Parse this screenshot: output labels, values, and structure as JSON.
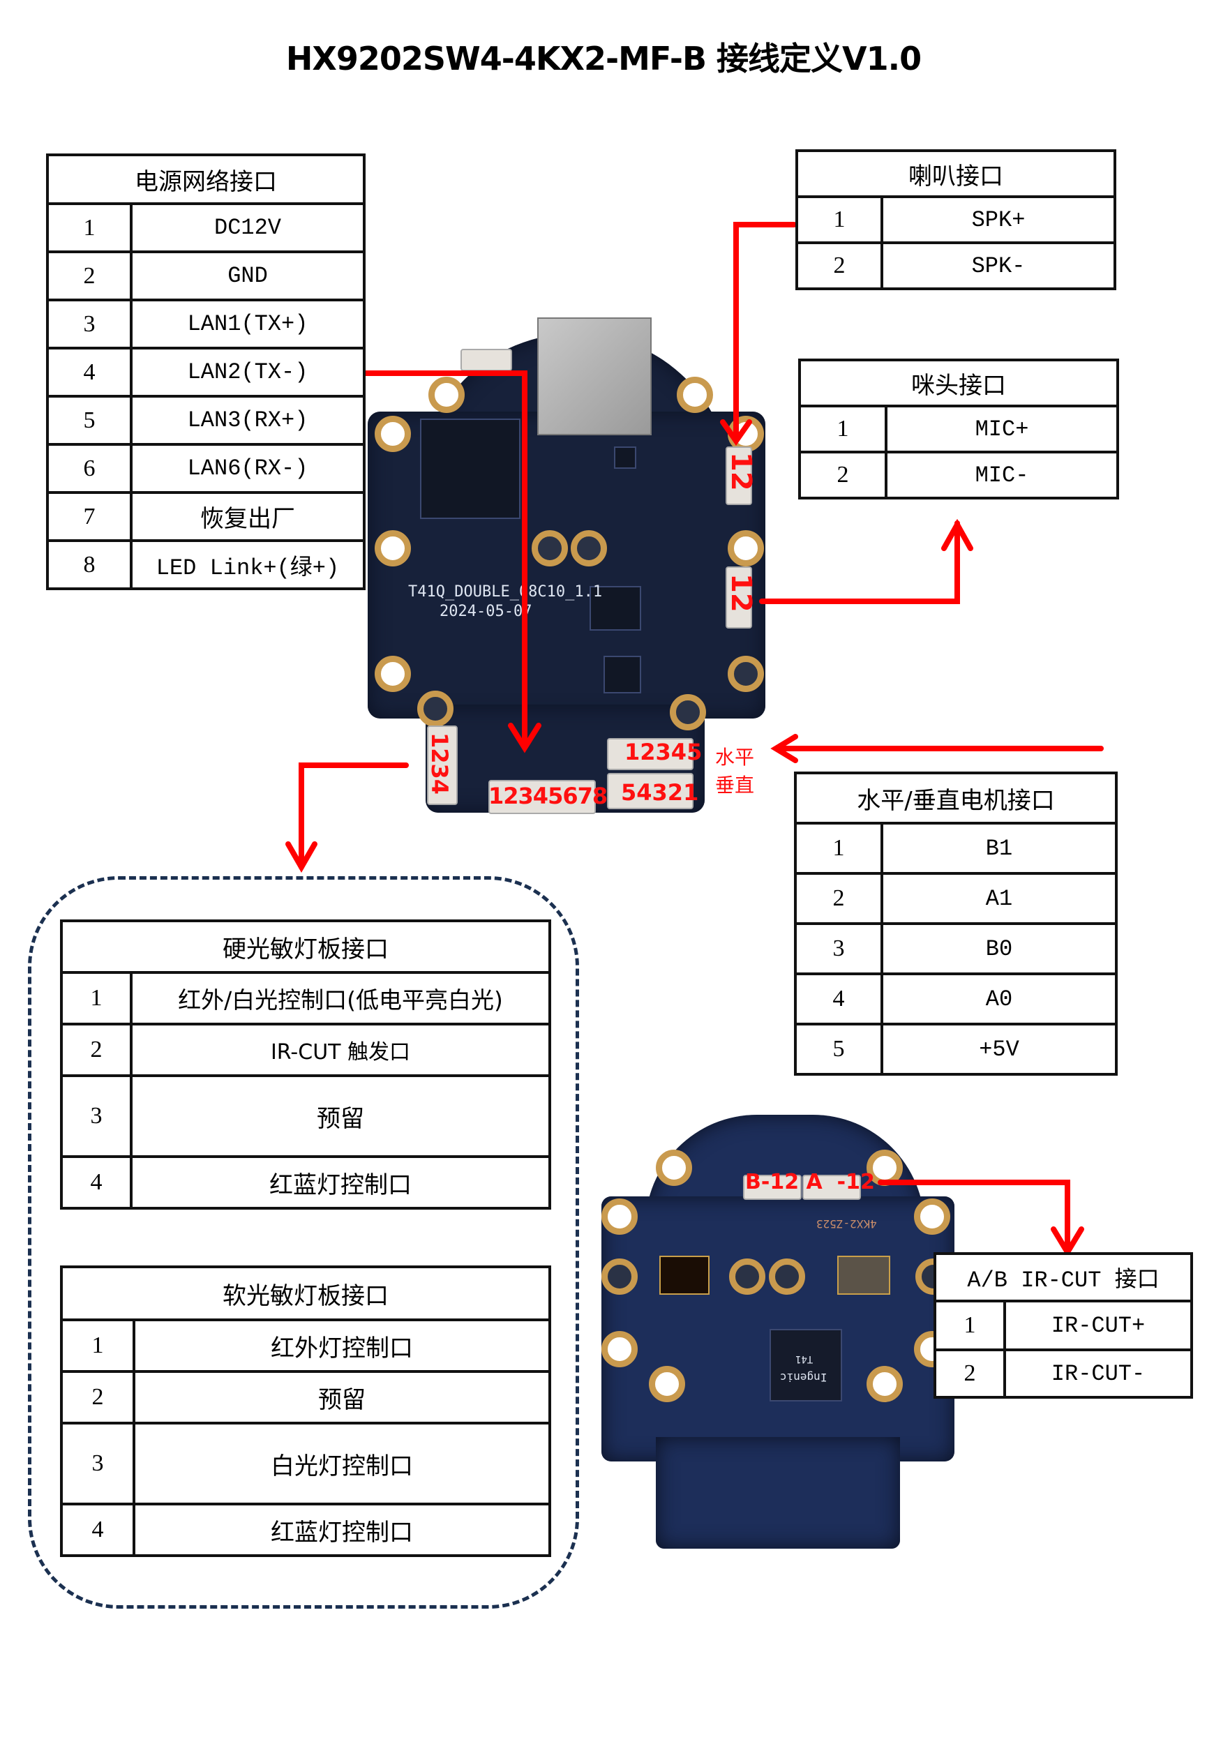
{
  "title": "HX9202SW4-4KX2-MF-B 接线定义V1.0",
  "tables": {
    "power_network": {
      "header": "电源网络接口",
      "rows": [
        {
          "pin": "1",
          "signal": "DC12V"
        },
        {
          "pin": "2",
          "signal": "GND"
        },
        {
          "pin": "3",
          "signal": "LAN1(TX+)"
        },
        {
          "pin": "4",
          "signal": "LAN2(TX-)"
        },
        {
          "pin": "5",
          "signal": "LAN3(RX+)"
        },
        {
          "pin": "6",
          "signal": "LAN6(RX-)"
        },
        {
          "pin": "7",
          "signal": "恢复出厂"
        },
        {
          "pin": "8",
          "signal": "LED Link+(绿+)"
        }
      ]
    },
    "speaker": {
      "header": "喇叭接口",
      "rows": [
        {
          "pin": "1",
          "signal": "SPK+"
        },
        {
          "pin": "2",
          "signal": "SPK-"
        }
      ]
    },
    "microphone": {
      "header": "咪头接口",
      "rows": [
        {
          "pin": "1",
          "signal": "MIC+"
        },
        {
          "pin": "2",
          "signal": "MIC-"
        }
      ]
    },
    "motor": {
      "header": "水平/垂直电机接口",
      "rows": [
        {
          "pin": "1",
          "signal": "B1"
        },
        {
          "pin": "2",
          "signal": "A1"
        },
        {
          "pin": "3",
          "signal": "B0"
        },
        {
          "pin": "4",
          "signal": "A0"
        },
        {
          "pin": "5",
          "signal": "+5V"
        }
      ]
    },
    "hard_light_board": {
      "header": "硬光敏灯板接口",
      "rows": [
        {
          "pin": "1",
          "signal": "红外/白光控制口(低电平亮白光)"
        },
        {
          "pin": "2",
          "signal": "IR-CUT 触发口"
        },
        {
          "pin": "3",
          "signal": "预留"
        },
        {
          "pin": "4",
          "signal": "红蓝灯控制口"
        }
      ]
    },
    "soft_light_board": {
      "header": "软光敏灯板接口",
      "rows": [
        {
          "pin": "1",
          "signal": "红外灯控制口"
        },
        {
          "pin": "2",
          "signal": "预留"
        },
        {
          "pin": "3",
          "signal": "白光灯控制口"
        },
        {
          "pin": "4",
          "signal": "红蓝灯控制口"
        }
      ]
    },
    "ircut": {
      "header": "A/B IR-CUT 接口",
      "rows": [
        {
          "pin": "1",
          "signal": "IR-CUT+"
        },
        {
          "pin": "2",
          "signal": "IR-CUT-"
        }
      ]
    }
  },
  "board_labels": {
    "main_board_silkscreen": "T41Q_DOUBLE_08C10_1.1",
    "main_board_date": "2024-05-07",
    "spk_connector_pins": "12",
    "mic_connector_pins": "12",
    "light_connector_pins": "1234",
    "network_connector_pins": "12345678",
    "pan_connector_pins": "12345",
    "tilt_connector_pins": "54321",
    "pan_label": "水平",
    "tilt_label": "垂直",
    "sensor_board_model": "4KX2-Z523",
    "ircut_connector_labels": "B-12 A  -12",
    "soc_brand": "Ingenic",
    "soc_model": "T41"
  },
  "colors": {
    "arrow": "#ff0000",
    "pcb": "#17213a",
    "frame": "#1b3050"
  }
}
